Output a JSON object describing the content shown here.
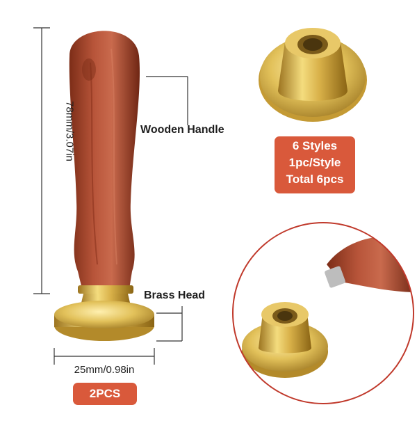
{
  "labels": {
    "wooden_handle": "Wooden Handle",
    "brass_head": "Brass Head",
    "height_dim": "78mm/3.07in",
    "width_dim": "25mm/0.98in"
  },
  "badges": {
    "styles_line1": "6 Styles",
    "styles_line2": "1pc/Style",
    "styles_line3": "Total 6pcs",
    "quantity": "2PCS"
  },
  "colors": {
    "badge": "#d9593b",
    "wood": "#a9452b",
    "brass": "#d9b44a",
    "text": "#1e1e1e"
  }
}
